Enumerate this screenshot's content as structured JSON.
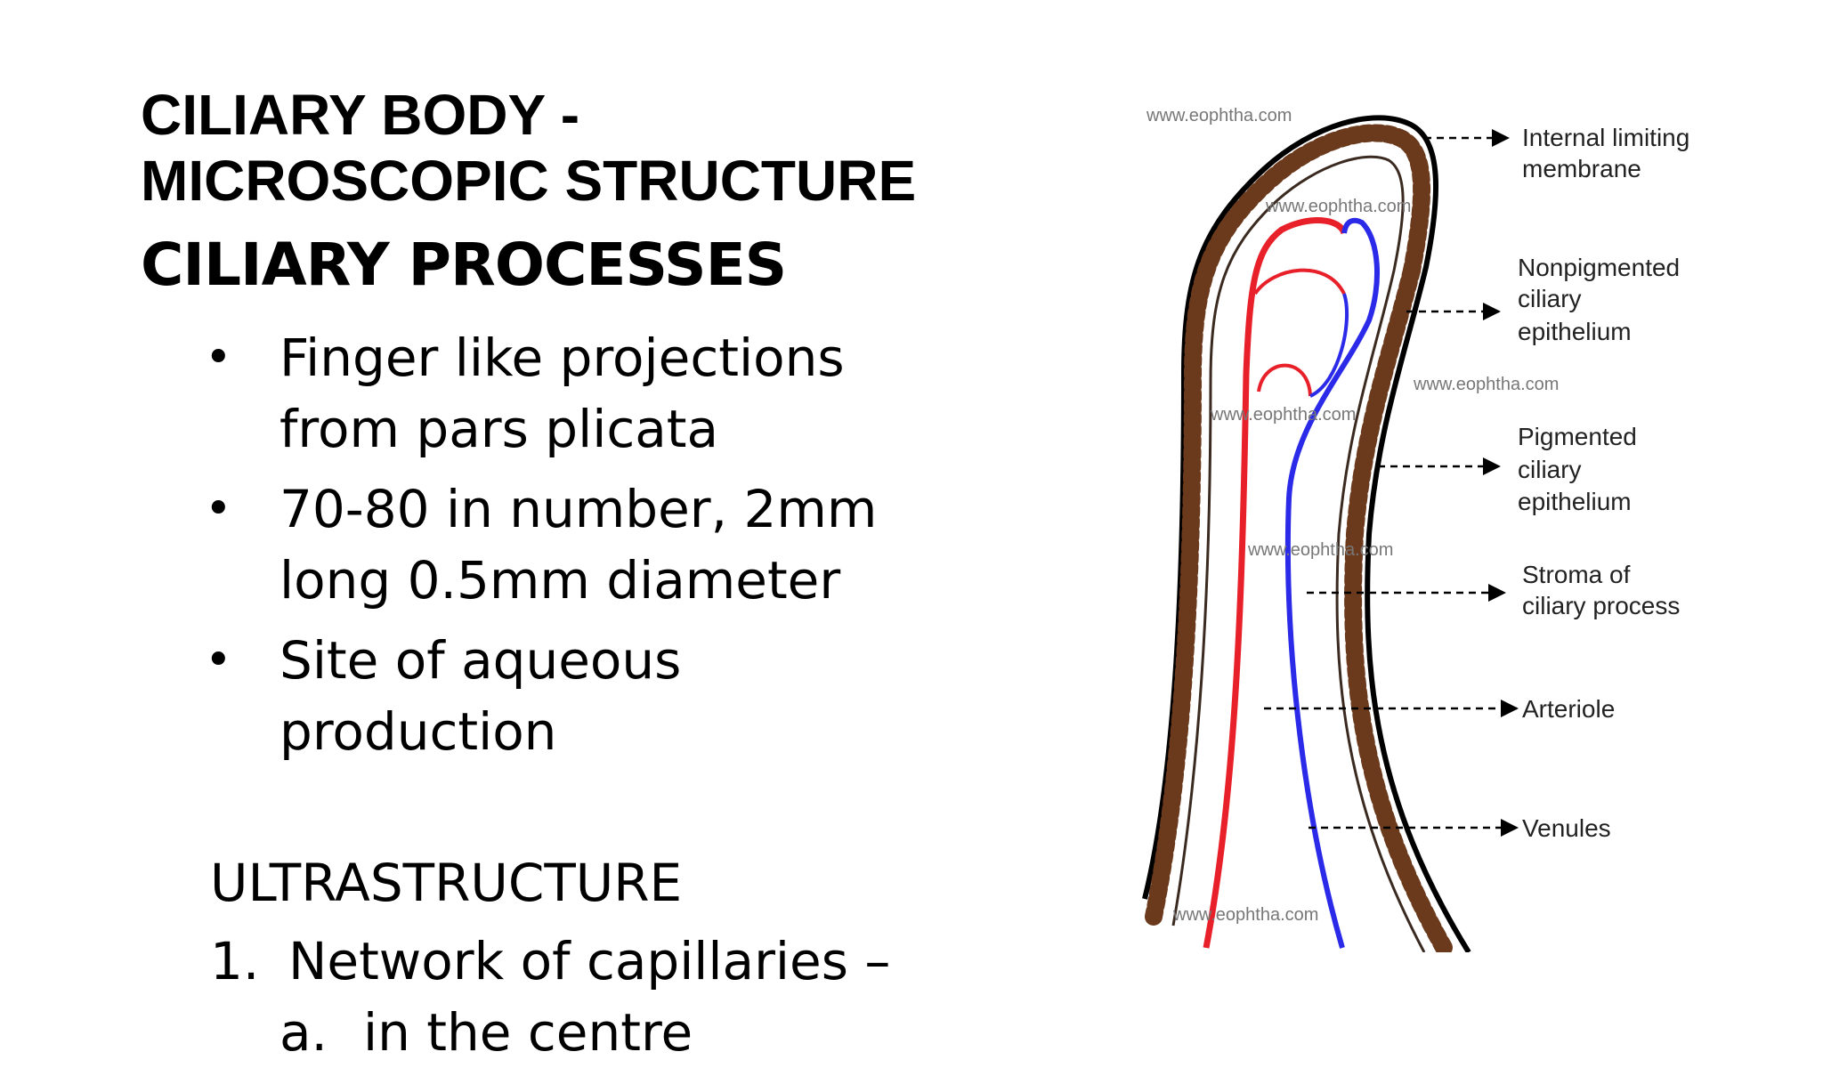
{
  "slide": {
    "title_line1": "CILIARY BODY -",
    "title_line2": "MICROSCOPIC STRUCTURE",
    "subtitle": "CILIARY PROCESSES",
    "bullets": [
      {
        "line1": "Finger like projections",
        "line2": "from pars plicata"
      },
      {
        "line1": "70-80 in number, 2mm",
        "line2": "long 0.5mm diameter"
      },
      {
        "line1": "Site of aqueous",
        "line2": "production"
      }
    ],
    "bullet_glyph": "•",
    "ultra_heading": "ULTRASTRUCTURE",
    "numbered_item": {
      "num": "1.",
      "text": "Network of capillaries –"
    },
    "cutoff_line": {
      "num": "a.",
      "text": "in the centre"
    }
  },
  "diagram": {
    "watermark": "www.eophtha.com",
    "labels": {
      "ilm_1": "Internal limiting",
      "ilm_2": "membrane",
      "npce_1": "Nonpigmented",
      "npce_2": "ciliary",
      "npce_3": "epithelium",
      "pce_1": "Pigmented",
      "pce_2": "ciliary",
      "pce_3": "epithelium",
      "stroma_1": "Stroma of",
      "stroma_2": "ciliary process",
      "arteriole": "Arteriole",
      "venules": "Venules"
    },
    "colors": {
      "arteriole": "#e8202a",
      "venule": "#2a2ae8",
      "pigment": "#6b3a1c",
      "outline": "#000000"
    }
  }
}
